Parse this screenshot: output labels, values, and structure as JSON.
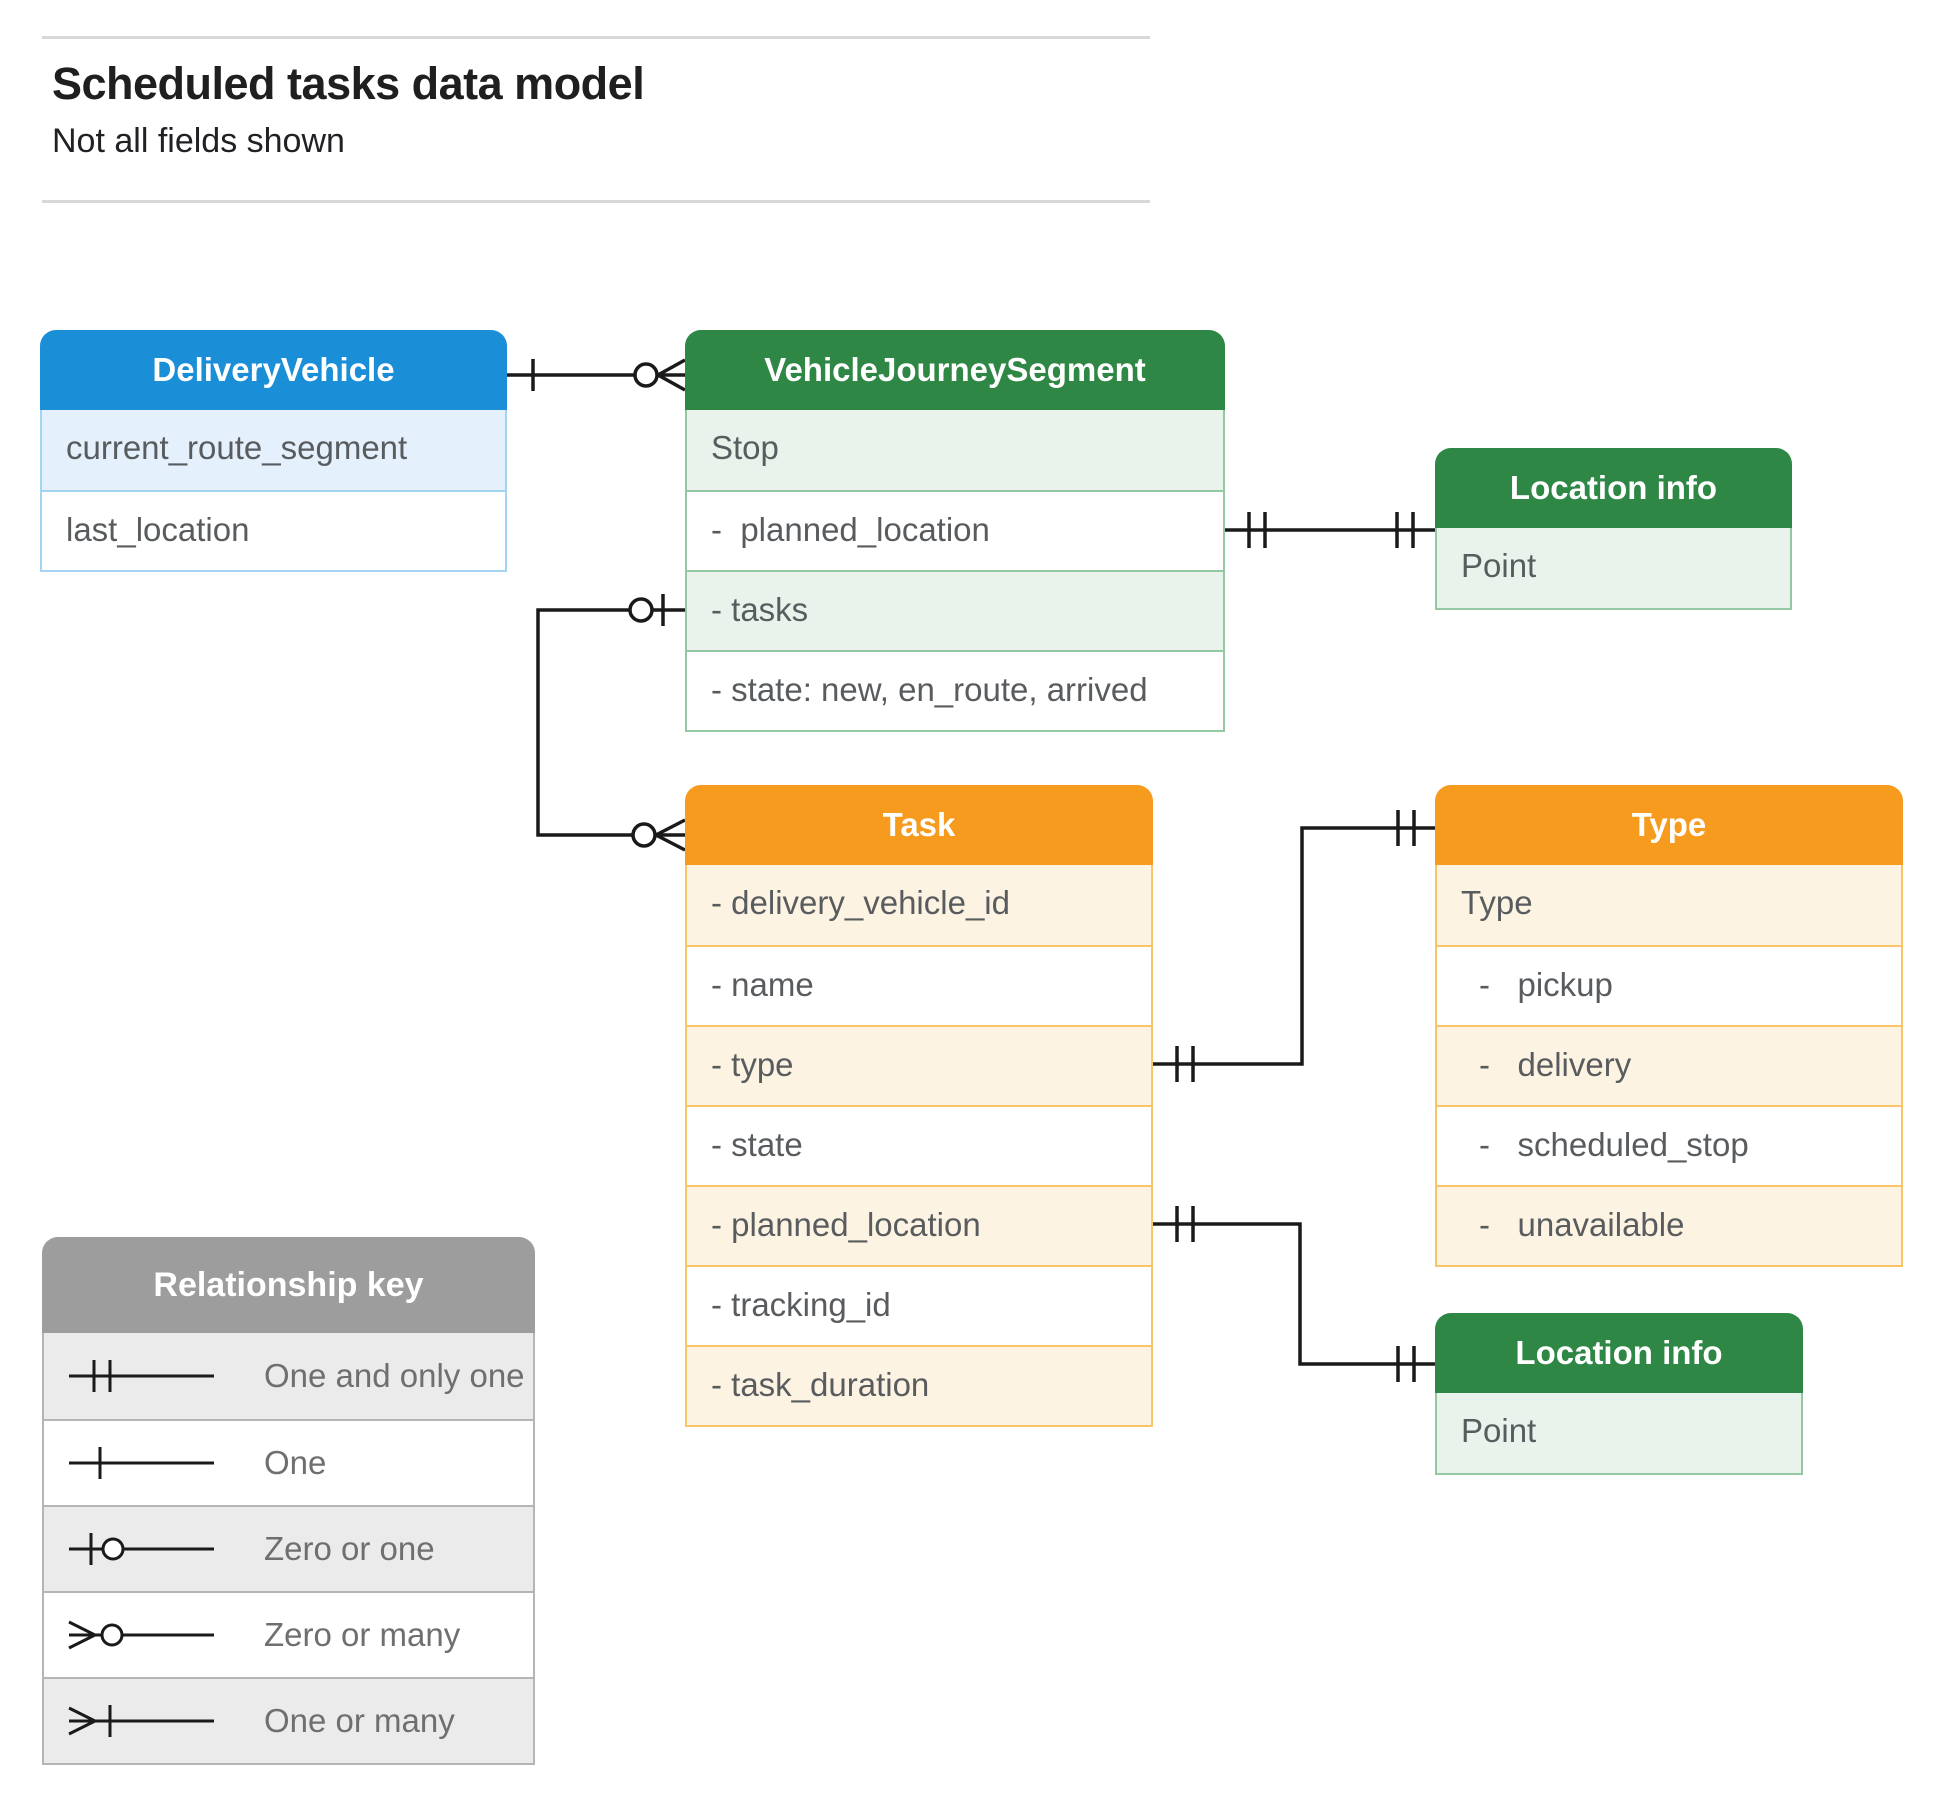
{
  "page": {
    "title": "Scheduled tasks data model",
    "subtitle": "Not all fields shown"
  },
  "colors": {
    "blue_header": "#1b8ed8",
    "blue_row": "#e4f1fc",
    "green_header": "#2e8745",
    "green_row": "#e9f3eb",
    "orange_header": "#f69b1e",
    "orange_row": "#fdf3e2",
    "gray_header": "#9d9d9d",
    "gray_row": "#ebebeb",
    "connector": "#1a1a1a",
    "row_text": "#595c5f"
  },
  "entities": {
    "delivery_vehicle": {
      "title": "DeliveryVehicle",
      "rows": [
        "current_route_segment",
        "last_location"
      ]
    },
    "vehicle_journey_segment": {
      "title": "VehicleJourneySegment",
      "rows": [
        "Stop",
        "-  planned_location",
        "- tasks",
        "- state: new, en_route, arrived"
      ]
    },
    "location_info_top": {
      "title": "Location info",
      "rows": [
        "Point"
      ]
    },
    "task": {
      "title": "Task",
      "rows": [
        "- delivery_vehicle_id",
        "- name",
        "- type",
        "- state",
        "- planned_location",
        "- tracking_id",
        "- task_duration"
      ]
    },
    "type": {
      "title": "Type",
      "rows": [
        "Type",
        "-   pickup",
        "-   delivery",
        "-   scheduled_stop",
        "-   unavailable"
      ]
    },
    "location_info_bottom": {
      "title": "Location info",
      "rows": [
        "Point"
      ]
    }
  },
  "legend": {
    "title": "Relationship key",
    "items": [
      {
        "symbol": "one-and-only-one",
        "label": "One and only one"
      },
      {
        "symbol": "one",
        "label": "One"
      },
      {
        "symbol": "zero-or-one",
        "label": "Zero or one"
      },
      {
        "symbol": "zero-or-many",
        "label": "Zero or many"
      },
      {
        "symbol": "one-or-many",
        "label": "One or many"
      }
    ]
  },
  "connectors": [
    {
      "end_a": "DeliveryVehicle",
      "cardinality_a": "one",
      "end_b": "VehicleJourneySegment",
      "cardinality_b": "zero-or-many"
    },
    {
      "end_a": "VehicleJourneySegment.tasks",
      "cardinality_a": "zero-or-one",
      "end_b": "Task",
      "cardinality_b": "zero-or-many"
    },
    {
      "end_a": "VehicleJourneySegment.planned_location",
      "cardinality_a": "one-and-only-one",
      "end_b": "Location info",
      "cardinality_b": "one-and-only-one"
    },
    {
      "end_a": "Task.type",
      "cardinality_a": "one-and-only-one",
      "end_b": "Type",
      "cardinality_b": "one-and-only-one"
    },
    {
      "end_a": "Task.planned_location",
      "cardinality_a": "one-and-only-one",
      "end_b": "Location info",
      "cardinality_b": "one-and-only-one"
    }
  ]
}
